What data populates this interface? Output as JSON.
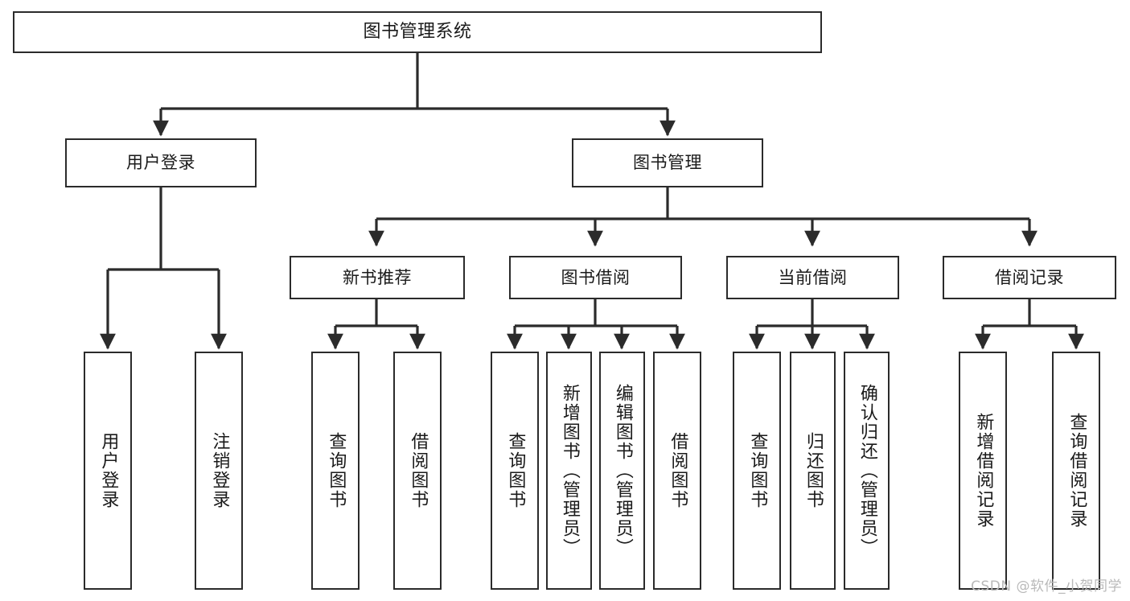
{
  "diagram": {
    "title": "图书管理系统",
    "type": "tree",
    "watermark": "CSDN @软件_小贺同学",
    "colors": {
      "box_border": "#2b2b2b",
      "box_fill": "#ffffff",
      "edge": "#2b2b2b",
      "text": "#1a1a1a",
      "watermark": "#b9b9b9",
      "background": "#ffffff"
    },
    "nodes": {
      "root": {
        "label": "图书管理系统"
      },
      "level1": [
        {
          "id": "user_login",
          "label": "用户登录"
        },
        {
          "id": "book_mgmt",
          "label": "图书管理"
        }
      ],
      "level2": [
        {
          "id": "new_book_rec",
          "label": "新书推荐"
        },
        {
          "id": "book_borrow",
          "label": "图书借阅"
        },
        {
          "id": "current_borrow",
          "label": "当前借阅"
        },
        {
          "id": "borrow_record",
          "label": "借阅记录"
        }
      ],
      "leaves": {
        "user_login": [
          {
            "id": "leaf_user_login",
            "label": "用户登录"
          },
          {
            "id": "leaf_logout",
            "label": "注销登录"
          }
        ],
        "new_book_rec": [
          {
            "id": "leaf_query_book_1",
            "label": "查询图书"
          },
          {
            "id": "leaf_borrow_book_1",
            "label": "借阅图书"
          }
        ],
        "book_borrow": [
          {
            "id": "leaf_query_book_2",
            "label": "查询图书"
          },
          {
            "id": "leaf_add_book",
            "label": "新增图书（管理员）"
          },
          {
            "id": "leaf_edit_book",
            "label": "编辑图书（管理员）"
          },
          {
            "id": "leaf_borrow_book_2",
            "label": "借阅图书"
          }
        ],
        "current_borrow": [
          {
            "id": "leaf_query_book_3",
            "label": "查询图书"
          },
          {
            "id": "leaf_return_book",
            "label": "归还图书"
          },
          {
            "id": "leaf_confirm_return",
            "label": "确认归还（管理员）"
          }
        ],
        "borrow_record": [
          {
            "id": "leaf_add_record",
            "label": "新增借阅记录"
          },
          {
            "id": "leaf_query_record",
            "label": "查询借阅记录"
          }
        ]
      }
    }
  }
}
